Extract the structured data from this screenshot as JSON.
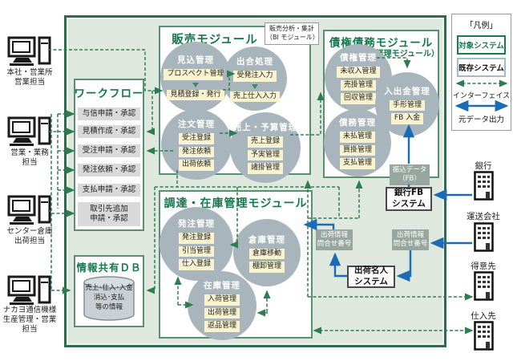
{
  "actors": [
    {
      "label": "本社・営業所\n営業担当"
    },
    {
      "label": "営業・業務\n担当"
    },
    {
      "label": "センター倉庫\n出荷担当"
    },
    {
      "label": "ナカヨ通信機様\n生産管理・営業\n担当"
    }
  ],
  "partners": [
    {
      "label": "銀行"
    },
    {
      "label": "運送会社"
    },
    {
      "label": "得意先"
    },
    {
      "label": "仕入先"
    }
  ],
  "workflow": {
    "title": "ワークフロー",
    "items": [
      "与信申請・承認",
      "見積作成・承認",
      "受注申請・承認",
      "発注依頼・承認",
      "支払申請・承認",
      "取引先追加\n申請・承認"
    ]
  },
  "shared_db": {
    "title": "情報共有ＤＢ",
    "db_label": "売上･仕入･入金\n消込･支払\n等の情報"
  },
  "sales_module": {
    "title": "販売モジュール",
    "bi_note": "販売分析・集計\n（BI モジュール）",
    "circles": [
      {
        "title": "見込管理",
        "items": [
          "プロスペクト管理",
          "見積登録・発行"
        ]
      },
      {
        "title": "出合処理",
        "items": [
          "受発注入力",
          "売上仕入入力"
        ]
      },
      {
        "title": "注文管理",
        "items": [
          "受注登録",
          "発注依頼",
          "出荷依頼"
        ]
      },
      {
        "title": "売上・予算管理",
        "items": [
          "売上登録",
          "予実管理",
          "諸掛管理"
        ]
      }
    ]
  },
  "receivables_module": {
    "title": "債権債務モジュール",
    "subtitle": "（経理モジュール）",
    "circles": [
      {
        "title": "債権管理",
        "items": [
          "未収入管理",
          "売掛管理",
          "回収管理"
        ]
      },
      {
        "title": "入出金管理",
        "items": [
          "手形管理",
          "FB 入金"
        ]
      },
      {
        "title": "債務管理",
        "items": [
          "未払管理",
          "買掛管理",
          "支払管理"
        ]
      }
    ]
  },
  "procurement_module": {
    "title": "調達・在庫管理モジュール",
    "circles": [
      {
        "title": "発注管理",
        "items": [
          "発注登録",
          "引当管理",
          "仕入登録"
        ]
      },
      {
        "title": "倉庫管理",
        "items": [
          "倉庫移動",
          "棚卸管理"
        ]
      },
      {
        "title": "在庫管理",
        "items": [
          "入荷管理",
          "出荷管理",
          "返品管理"
        ]
      }
    ]
  },
  "external_boxes": {
    "furikomi": "振込データ\n（FB）",
    "bank_fb": "銀行FB\nシステム",
    "shipping_info_left": "出荷情報\n問合せ番号",
    "shipping_info_right": "出荷情報\n問合せ番号",
    "shipping_meijin": "出荷名人\nシステム"
  },
  "legend": {
    "title": "「凡例」",
    "target_system": "対象システム",
    "existing_system": "既存システム",
    "interface_label": "インターフェイス",
    "source_output_label": "元データ出力",
    "colors": {
      "green": "#2e7d52",
      "blue": "#1b6cb5"
    }
  }
}
